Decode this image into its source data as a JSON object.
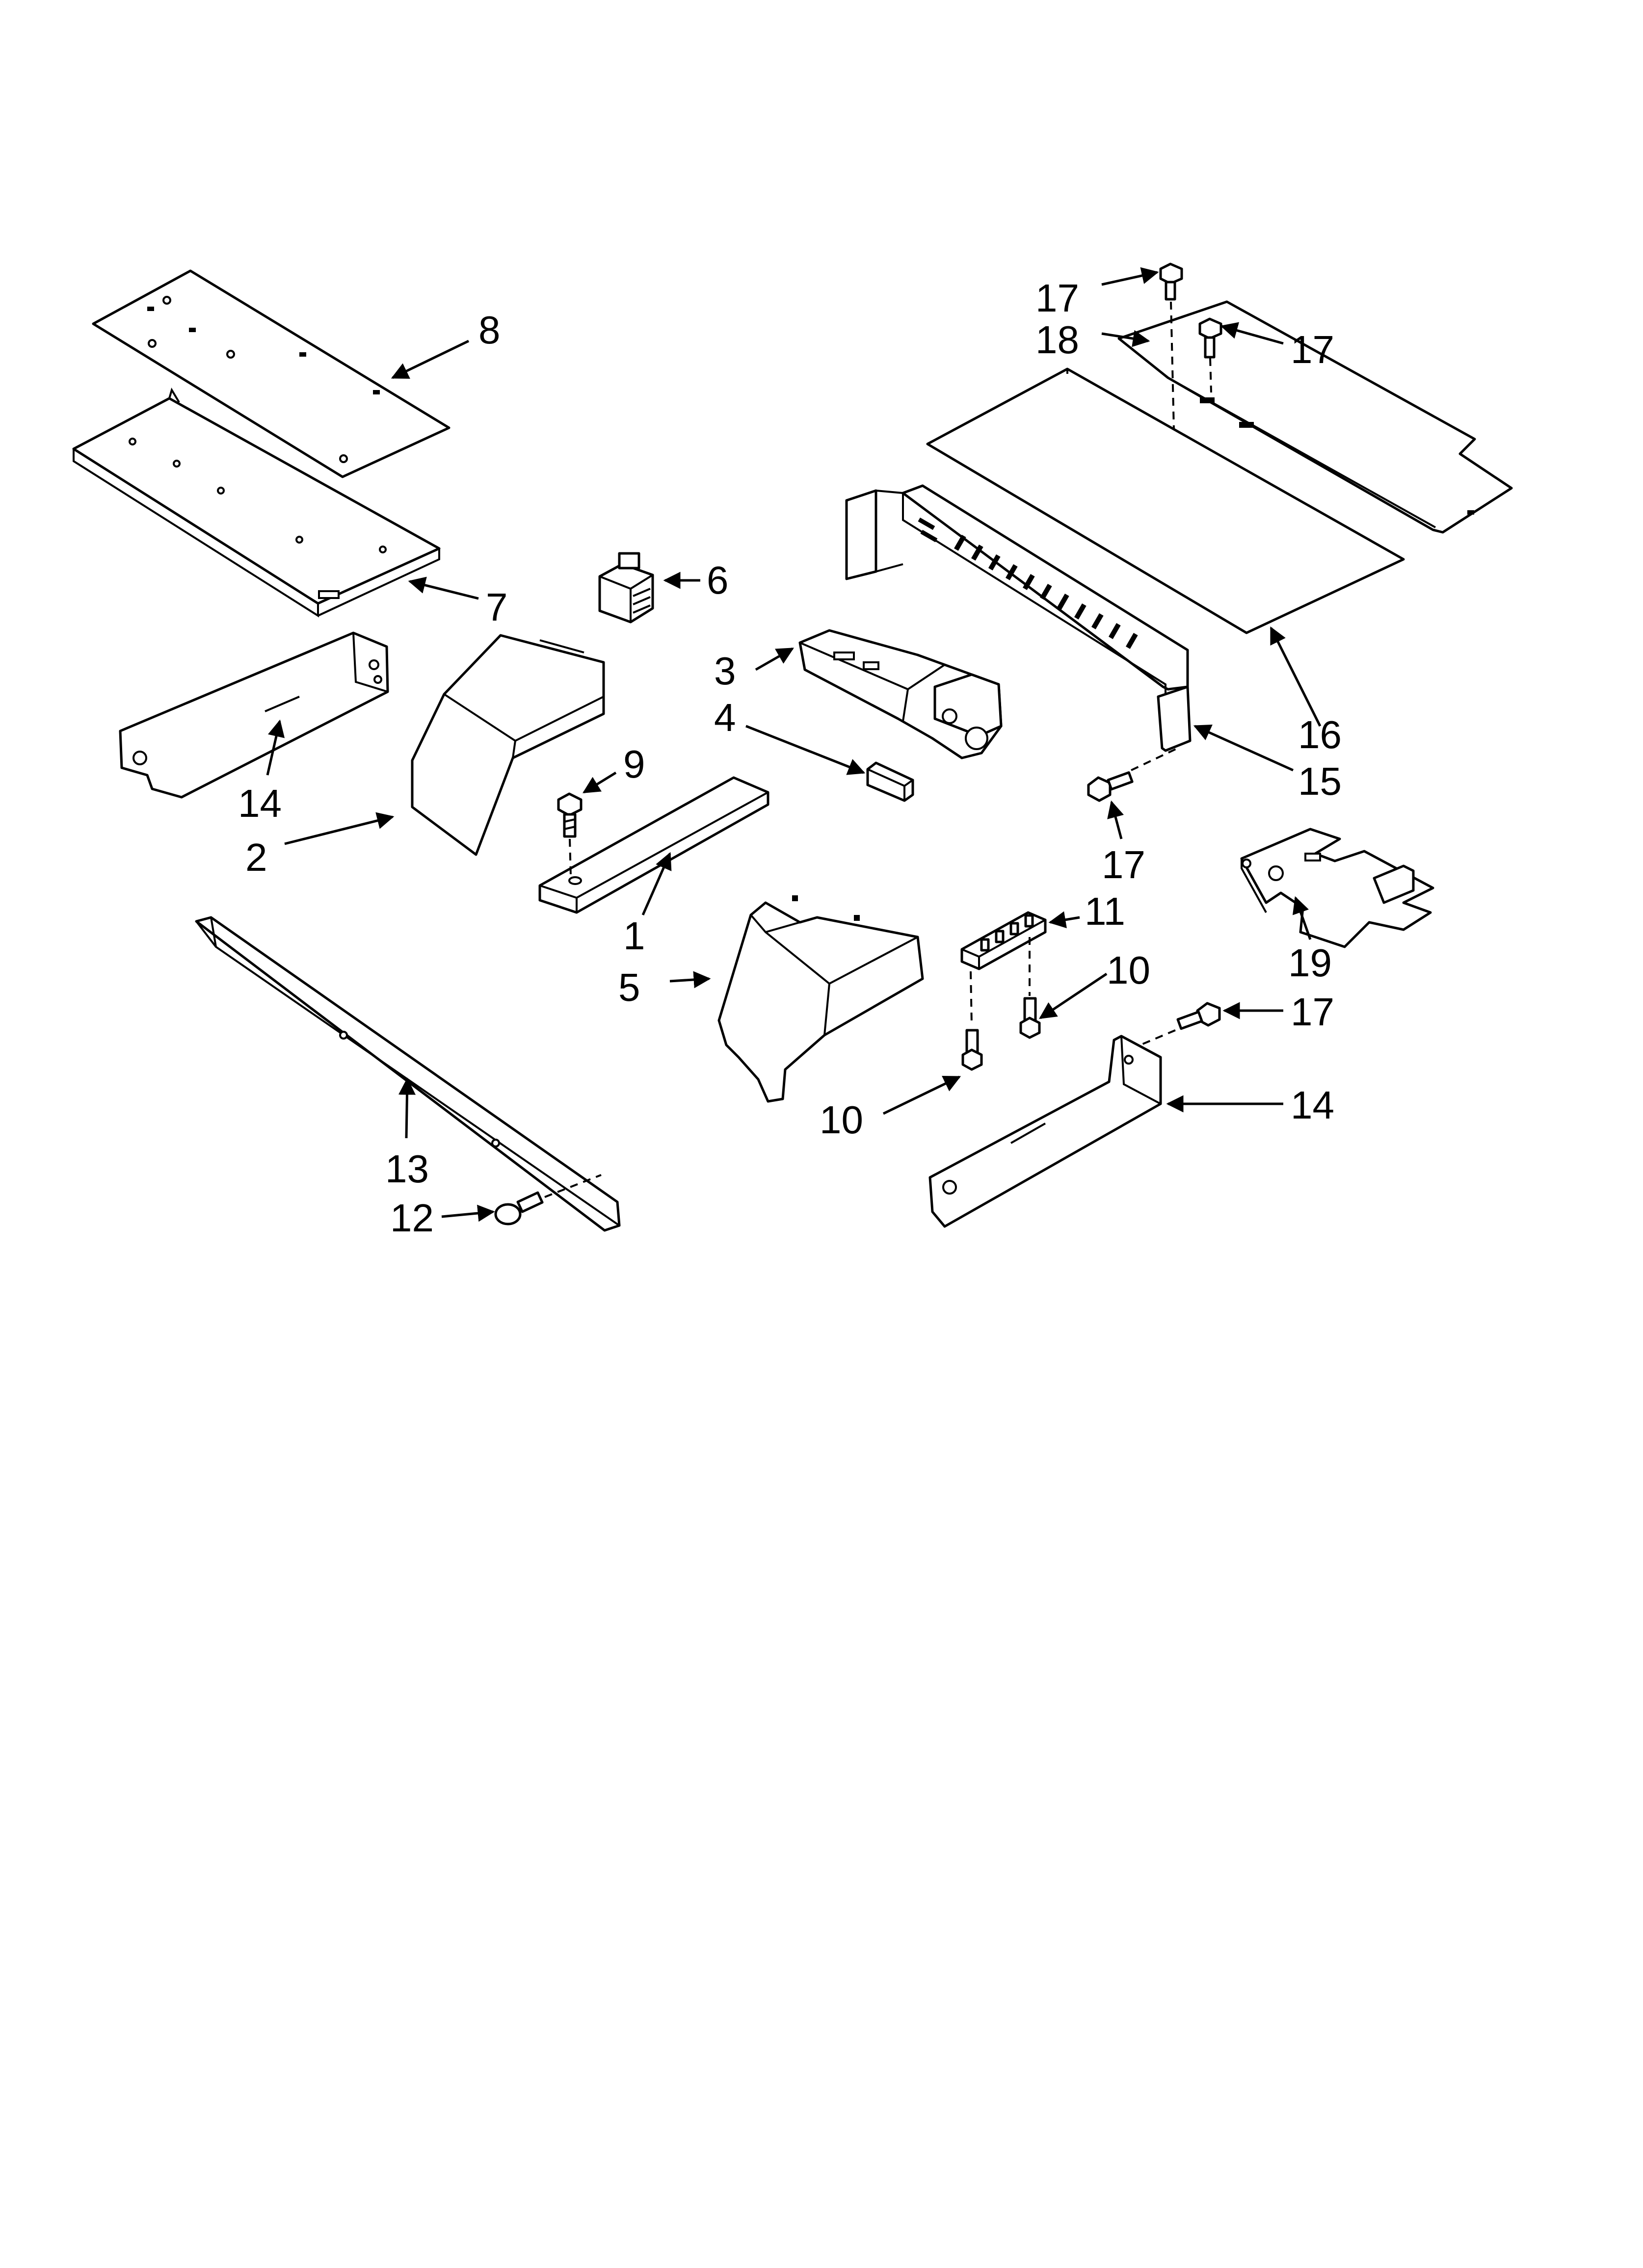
{
  "diagram": {
    "callouts": {
      "c1": "1",
      "c2": "2",
      "c3": "3",
      "c4": "4",
      "c5": "5",
      "c6": "6",
      "c7": "7",
      "c8": "8",
      "c9": "9",
      "c10a": "10",
      "c10b": "10",
      "c11": "11",
      "c12": "12",
      "c13": "13",
      "c14a": "14",
      "c14b": "14",
      "c15": "15",
      "c16": "16",
      "c17a": "17",
      "c17b": "17",
      "c17c": "17",
      "c17d": "17",
      "c18": "18",
      "c19": "19"
    },
    "colors": {
      "line": "#000000",
      "background": "#ffffff"
    }
  }
}
